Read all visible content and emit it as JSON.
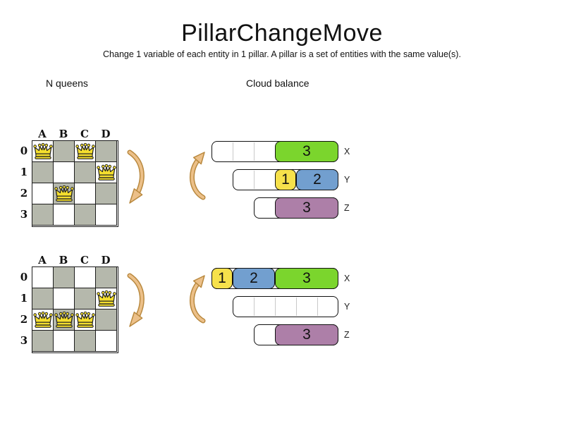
{
  "header": {
    "title": "PillarChangeMove",
    "subtitle": "Change 1 variable of each entity in 1 pillar. A pillar is a set of entities with the same value(s)."
  },
  "sections": {
    "left_label": "N queens",
    "right_label": "Cloud balance"
  },
  "colors": {
    "green": "#7bd52d",
    "yellow": "#f6e14b",
    "blue": "#729fcf",
    "purple": "#ad7fa8",
    "board_dark": "#b5b8ac",
    "queen_yellow": "#f5df2e",
    "arrow_fill": "#ecc089",
    "arrow_stroke": "#b9893f"
  },
  "nqueens": {
    "boards": [
      {
        "name": "before",
        "columns": [
          "A",
          "B",
          "C",
          "D"
        ],
        "rows": [
          "0",
          "1",
          "2",
          "3"
        ],
        "queens": [
          [
            0,
            0
          ],
          [
            2,
            0
          ],
          [
            3,
            1
          ],
          [
            1,
            2
          ]
        ]
      },
      {
        "name": "after",
        "columns": [
          "A",
          "B",
          "C",
          "D"
        ],
        "rows": [
          "0",
          "1",
          "2",
          "3"
        ],
        "queens": [
          [
            3,
            1
          ],
          [
            0,
            2
          ],
          [
            1,
            2
          ],
          [
            2,
            2
          ]
        ]
      }
    ]
  },
  "cloud_balance": {
    "states": [
      {
        "name": "before",
        "bars": [
          {
            "label": "X",
            "capacity": 6,
            "separators": [
              1,
              2
            ],
            "blocks": [
              {
                "value": "3",
                "color": "green",
                "start": 3,
                "size": 3
              }
            ]
          },
          {
            "label": "Y",
            "capacity": 5,
            "separators": [
              1
            ],
            "blocks": [
              {
                "value": "1",
                "color": "yellow",
                "start": 2,
                "size": 1
              },
              {
                "value": "2",
                "color": "blue",
                "start": 3,
                "size": 2
              }
            ]
          },
          {
            "label": "Z",
            "capacity": 4,
            "separators": [],
            "blocks": [
              {
                "value": "3",
                "color": "purple",
                "start": 1,
                "size": 3
              }
            ]
          }
        ]
      },
      {
        "name": "after",
        "bars": [
          {
            "label": "X",
            "capacity": 6,
            "separators": [],
            "blocks": [
              {
                "value": "1",
                "color": "yellow",
                "start": 0,
                "size": 1
              },
              {
                "value": "2",
                "color": "blue",
                "start": 1,
                "size": 2
              },
              {
                "value": "3",
                "color": "green",
                "start": 3,
                "size": 3
              }
            ]
          },
          {
            "label": "Y",
            "capacity": 5,
            "separators": [
              1,
              2,
              3,
              4
            ],
            "blocks": []
          },
          {
            "label": "Z",
            "capacity": 4,
            "separators": [],
            "blocks": [
              {
                "value": "3",
                "color": "purple",
                "start": 1,
                "size": 3
              }
            ]
          }
        ]
      }
    ]
  }
}
